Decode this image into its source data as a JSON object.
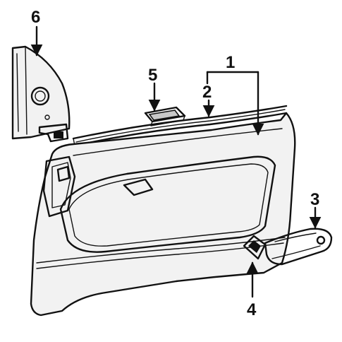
{
  "callouts": {
    "c1": "1",
    "c2": "2",
    "c3": "3",
    "c4": "4",
    "c5": "5",
    "c6": "6"
  },
  "colors": {
    "line": "#111111",
    "panel": "#f2f2f2",
    "background": "#ffffff"
  }
}
